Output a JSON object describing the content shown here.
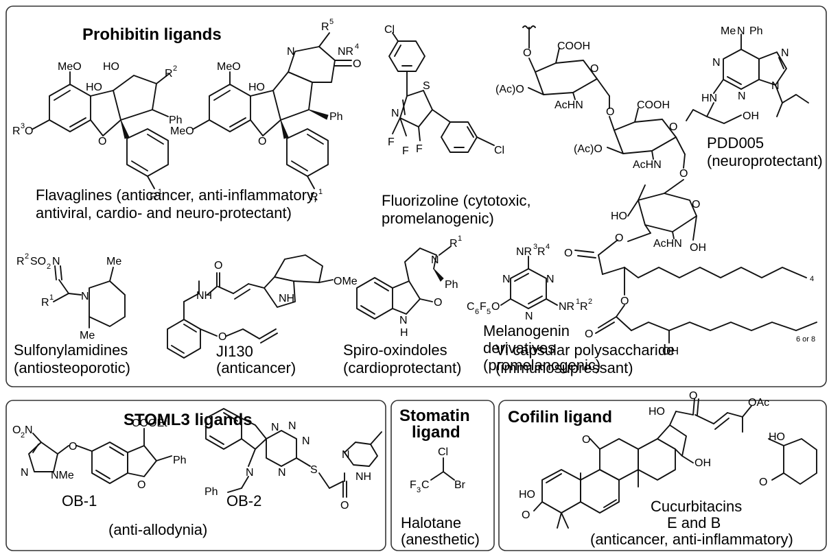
{
  "panels": {
    "prohibitin": {
      "title": "Prohibitin ligands",
      "flavaglines_caption_1": "Flavaglines (anticancer,  anti-inflammatory,",
      "flavaglines_caption_2": "antiviral, cardio- and neuro-protectant)",
      "fluorizoline_caption_1": "Fluorizoline (cytotoxic,",
      "fluorizoline_caption_2": "promelanogenic)",
      "pdd005_caption_1": "PDD005",
      "pdd005_caption_2": "(neuroprotectant)",
      "sulfonylamidines_caption_1": "Sulfonylamidines",
      "sulfonylamidines_caption_2": "(antiosteoporotic)",
      "ji130_caption_1": "JI130",
      "ji130_caption_2": "(anticancer)",
      "spiro_caption_1": "Spiro-oxindoles",
      "spiro_caption_2": "(cardioprotectant)",
      "melanogenin_caption_1": "Melanogenin",
      "melanogenin_caption_2": "derivatives",
      "melanogenin_caption_3": "(promelanogenic)",
      "vi_caption_1": "Vi capsular polysaccharide",
      "vi_caption_2": "(immunosupressant)"
    },
    "stoml3": {
      "title": "STOML3 ligands",
      "ob1_label": "OB-1",
      "ob2_label": "OB-2",
      "activity": "(anti-allodynia)"
    },
    "stomatin": {
      "title_1": "Stomatin",
      "title_2": "ligand",
      "caption_1": "Halotane",
      "caption_2": "(anesthetic)"
    },
    "cofilin": {
      "title": "Cofilin ligand",
      "caption_1": "Cucurbitacins",
      "caption_2": "E and B",
      "caption_3": "(anticancer,  anti-inflammatory)"
    }
  },
  "atoms": {
    "meo": "MeO",
    "ho": "HO",
    "oh": "OH",
    "o": "O",
    "n": "N",
    "s": "S",
    "f": "F",
    "cl": "Cl",
    "br": "Br",
    "ph": "Ph",
    "me": "Me",
    "nh": "NH",
    "h": "H",
    "r": "R",
    "cooh": "COOH",
    "acho": "(Ac)O",
    "achn": "AcHN",
    "c": "C",
    "o2n": "O",
    "nme": "NMe",
    "cooet": "COOEt",
    "oac": "OAc",
    "ome": "OMe",
    "hn": "HN",
    "so2": "SO",
    "nr1r2": "NR",
    "nr3r4": "NR",
    "f3c": "F",
    "c6f5o": "C",
    "nr4": "NR"
  },
  "subscripts": {
    "one": "1",
    "two": "2",
    "three": "3",
    "four": "4",
    "five": "5",
    "six": "6",
    "repeat_a": "4",
    "repeat_b": "6 or 8"
  }
}
